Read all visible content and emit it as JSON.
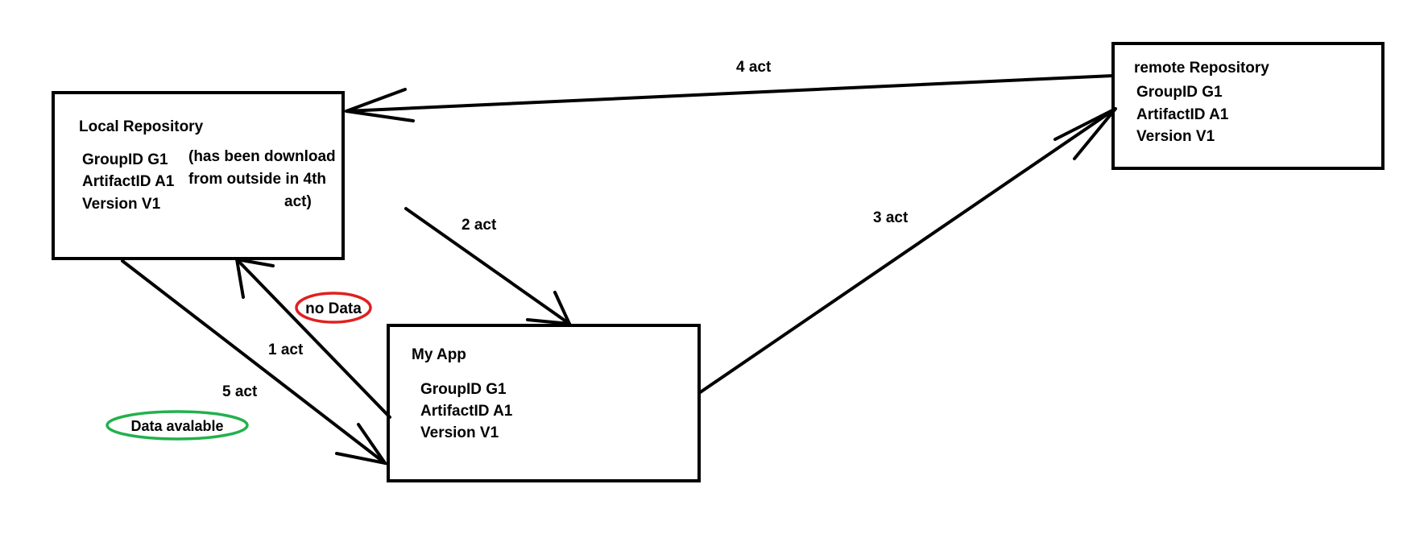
{
  "local_repo": {
    "title": "Local Repository",
    "group": "GroupID G1",
    "artifact": "ArtifactID A1",
    "version": "Version V1",
    "note_line1": "(has been download",
    "note_line2": "from outside in 4th",
    "note_line3": "act)"
  },
  "remote_repo": {
    "title": "remote Repository",
    "group": "GroupID G1",
    "artifact": "ArtifactID A1",
    "version": "Version V1"
  },
  "my_app": {
    "title": "My App",
    "group": "GroupID G1",
    "artifact": "ArtifactID A1",
    "version": "Version V1"
  },
  "acts": {
    "act1": "1 act",
    "act2": "2 act",
    "act3": "3 act",
    "act4": "4 act",
    "act5": "5 act"
  },
  "badges": {
    "no_data": {
      "label": "no Data",
      "color": "#e02020"
    },
    "data_available": {
      "label": "Data avalable",
      "color": "#22b14c"
    }
  }
}
